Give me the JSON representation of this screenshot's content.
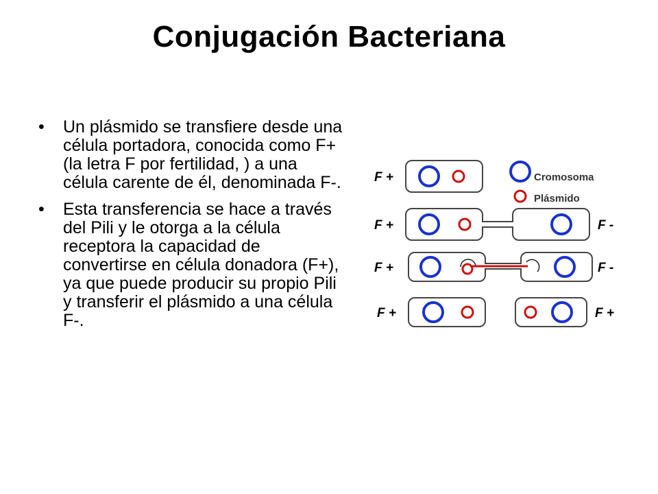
{
  "slide": {
    "title": "Conjugación Bacteriana",
    "bullets": [
      "Un plásmido se transfiere desde una célula portadora, conocida como F+ (la letra F por fertilidad, ) a una célula carente de él, denominada F-.",
      "Esta transferencia se hace a través del Pili y le otorga a la célula receptora la capacidad de convertirse en célula donadora (F+), ya que puede producir su propio Pili y transferir el plásmido a una célula F-."
    ],
    "bullet_symbol": "•"
  },
  "diagram": {
    "legend": {
      "chromosome": "Cromosoma",
      "plasmid": "Plásmido"
    },
    "rows": [
      {
        "left": "F +",
        "right": ""
      },
      {
        "left": "F +",
        "right": "F -"
      },
      {
        "left": "F +",
        "right": "F -"
      },
      {
        "left": "F +",
        "right": "F +"
      }
    ],
    "colors": {
      "chromosome": "#1a33cc",
      "plasmid": "#cc1111",
      "cell_border": "#444444",
      "cell_fill": "#ffffff"
    }
  }
}
